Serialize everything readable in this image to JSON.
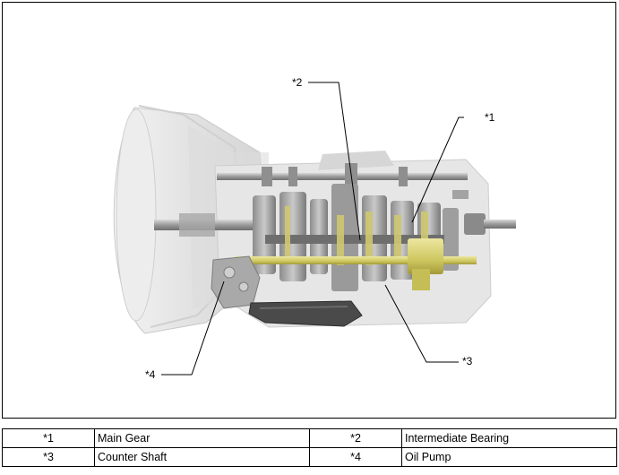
{
  "callouts": [
    {
      "id": "c1",
      "label": "*1"
    },
    {
      "id": "c2",
      "label": "*2"
    },
    {
      "id": "c3",
      "label": "*3"
    },
    {
      "id": "c4",
      "label": "*4"
    }
  ],
  "legend": {
    "rows": [
      [
        {
          "key": "*1",
          "desc": "Main Gear"
        },
        {
          "key": "*2",
          "desc": "Intermediate Bearing"
        }
      ],
      [
        {
          "key": "*3",
          "desc": "Counter Shaft"
        },
        {
          "key": "*4",
          "desc": "Oil Pump"
        }
      ]
    ]
  },
  "colors": {
    "housing": "#e4e4e4",
    "metal": "#b8b8b8",
    "dark_metal": "#7c7c7c",
    "highlight": "#d8d27a",
    "pan": "#4a4a4a"
  }
}
